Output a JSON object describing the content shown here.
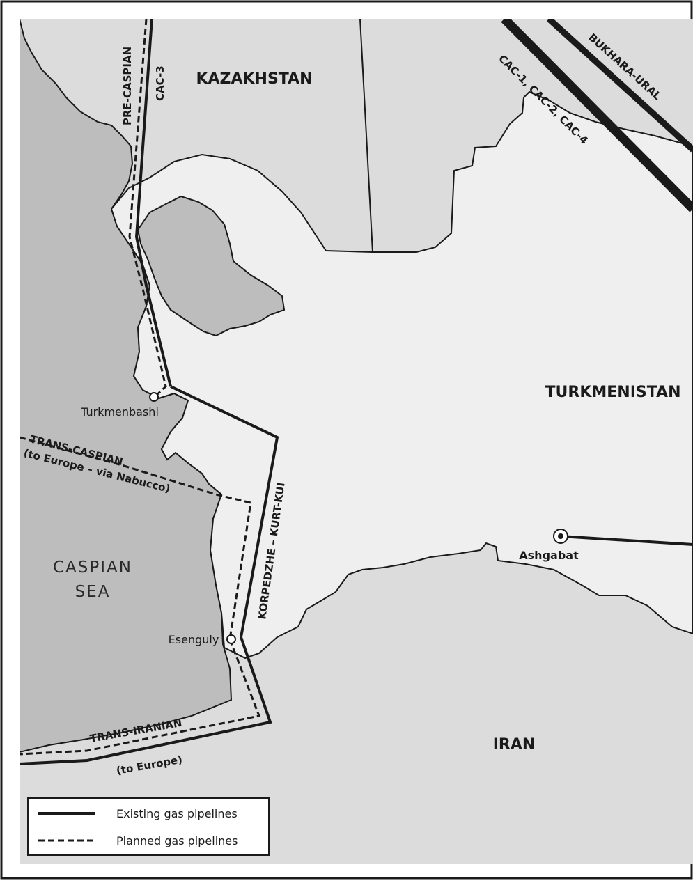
{
  "countries": {
    "kazakhstan": "KAZAKHSTAN",
    "turkmenistan": "TURKMENISTAN",
    "iran": "IRAN"
  },
  "water": {
    "sea_line1": "CASPIAN",
    "sea_line2": "SEA"
  },
  "cities": {
    "turkmenbashi": "Turkmenbashi",
    "esenguly": "Esenguly",
    "ashgabat": "Ashgabat"
  },
  "pipelines": {
    "pre_caspian": "PRE-CASPIAN",
    "cac3": "CAC-3",
    "cac124": "CAC-1, CAC-2, CAC-4",
    "bukhara_ural": "BUKHARA-URAL",
    "trans_caspian": "TRANS-CASPIAN",
    "trans_caspian_note": "(to Europe – via Nabucco)",
    "korpedzhe": "KORPEDZHE – KURT-KUI",
    "trans_iranian": "TRANS-IRANIAN",
    "trans_iranian_note": "(to Europe)"
  },
  "legend": {
    "existing": "Existing gas pipelines",
    "planned": "Planned gas pipelines"
  },
  "colors": {
    "sea": "#bdbdbd",
    "land_turkmenistan": "#efefef",
    "land_neighbors": "#dcdcdc",
    "lines": "#1a1a1a"
  }
}
